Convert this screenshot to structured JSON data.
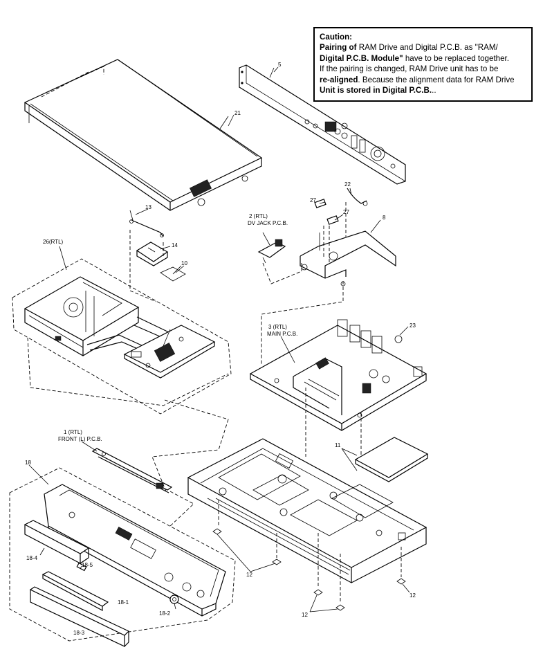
{
  "caution": {
    "title": "Caution:",
    "line1_bold": "Pairing of",
    "line1_rest": " RAM Drive and Digital P.C.B. as \"RAM/",
    "line2_bold": "Digital P.C.B. Module\"",
    "line2_rest": " have to be replaced together.",
    "line3": "If the pairing is changed, RAM Drive unit has to be",
    "line4_bold": "re-aligned",
    "line4_rest": ". Because the alignment data for RAM Drive",
    "line5_bold": "Unit is stored in Digital P.C.B.",
    "line5_rest": ".."
  },
  "labels": {
    "p5": "5",
    "p21": "21",
    "p13": "13",
    "p14": "14",
    "p10": "10",
    "p26": "26(RTL)",
    "p2a": "2 (RTL)",
    "p2b": "DV JACK P.C.B.",
    "p27a": "27",
    "p27b": "27",
    "p22": "22",
    "p8": "8",
    "p3a": "3 (RTL)",
    "p3b": "MAIN P.C.B.",
    "p23": "23",
    "p1a": "1 (RTL)",
    "p1b": "FRONT (L) P.C.B.",
    "p11": "11",
    "p18": "18",
    "p18_4": "18-4",
    "p18_5": "18-5",
    "p18_1": "18-1",
    "p18_2": "18-2",
    "p18_3": "18-3",
    "p12a": "12",
    "p12b": "12",
    "p12c": "12"
  }
}
